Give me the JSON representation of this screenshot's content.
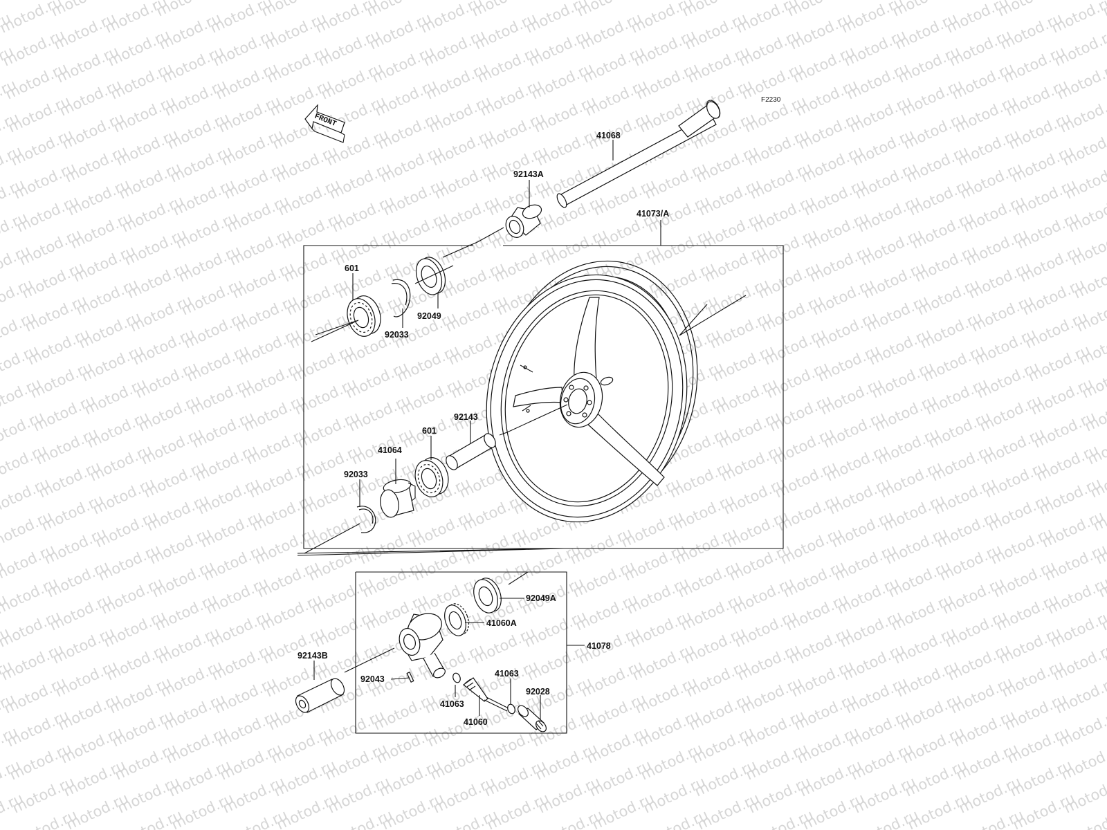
{
  "watermark": "motod.ru",
  "figure_code": "F2230",
  "front_label": "FRONT",
  "labels": {
    "axle": "41068",
    "collar_a": "92143A",
    "wheel": "41073/A",
    "bearing_top": "601",
    "circlip_top": "92033",
    "seal_top": "92049",
    "collar": "92143",
    "bearing_bottom": "601",
    "coupling": "41064",
    "circlip_bottom": "92033",
    "seal_meter": "92049A",
    "gear_meter": "41060A",
    "meter_assy": "41078",
    "collar_b": "92143B",
    "pin": "92043",
    "washer_right": "41063",
    "washer_left": "41063",
    "meter_gear_shaft": "41060",
    "bushing": "92028"
  }
}
